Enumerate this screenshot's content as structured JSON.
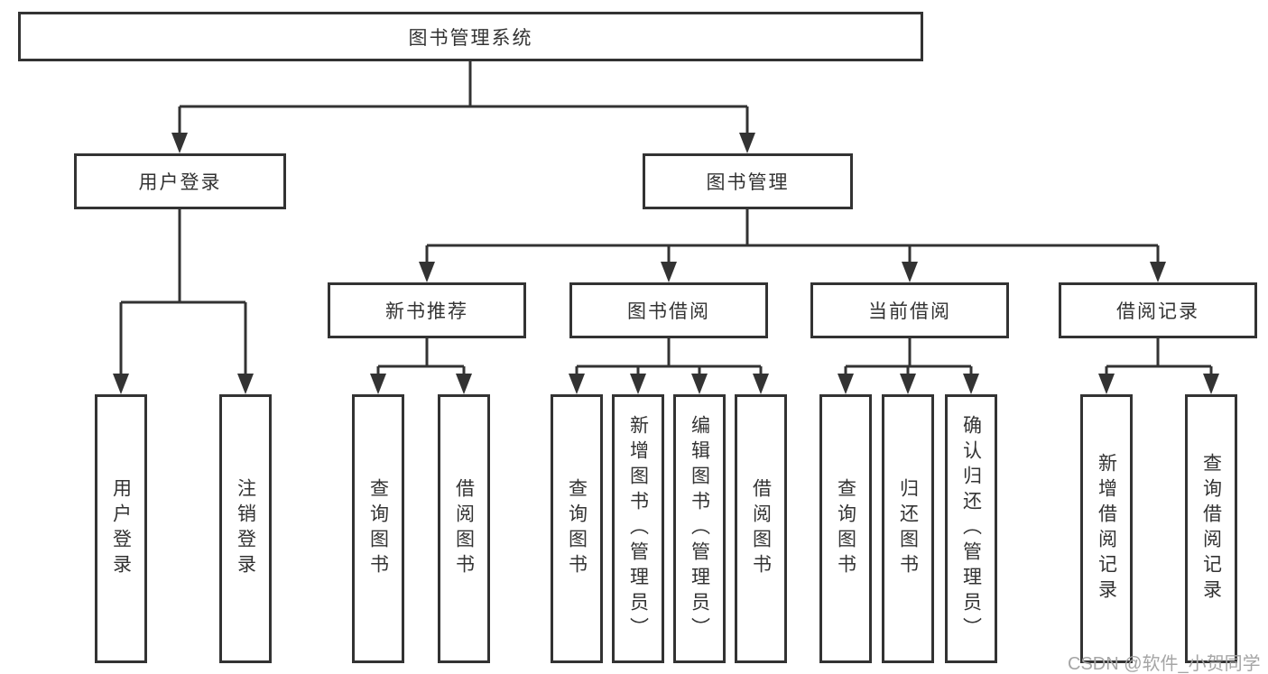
{
  "colors": {
    "line": "#333333",
    "text": "#333333",
    "background": "#ffffff",
    "watermark": "#a5a5a5"
  },
  "tree": {
    "label": "图书管理系统",
    "children": [
      {
        "label": "用户登录",
        "children": [
          {
            "label": "用户登录"
          },
          {
            "label": "注销登录"
          }
        ]
      },
      {
        "label": "图书管理",
        "children": [
          {
            "label": "新书推荐",
            "children": [
              {
                "label": "查询图书"
              },
              {
                "label": "借阅图书"
              }
            ]
          },
          {
            "label": "图书借阅",
            "children": [
              {
                "label": "查询图书"
              },
              {
                "label": "新增图书（管理员）"
              },
              {
                "label": "编辑图书（管理员）"
              },
              {
                "label": "借阅图书"
              }
            ]
          },
          {
            "label": "当前借阅",
            "children": [
              {
                "label": "查询图书"
              },
              {
                "label": "归还图书"
              },
              {
                "label": "确认归还（管理员）"
              }
            ]
          },
          {
            "label": "借阅记录",
            "children": [
              {
                "label": "新增借阅记录"
              },
              {
                "label": "查询借阅记录"
              }
            ]
          }
        ]
      }
    ]
  },
  "watermark": {
    "text": "CSDN @软件_小贺同学"
  }
}
